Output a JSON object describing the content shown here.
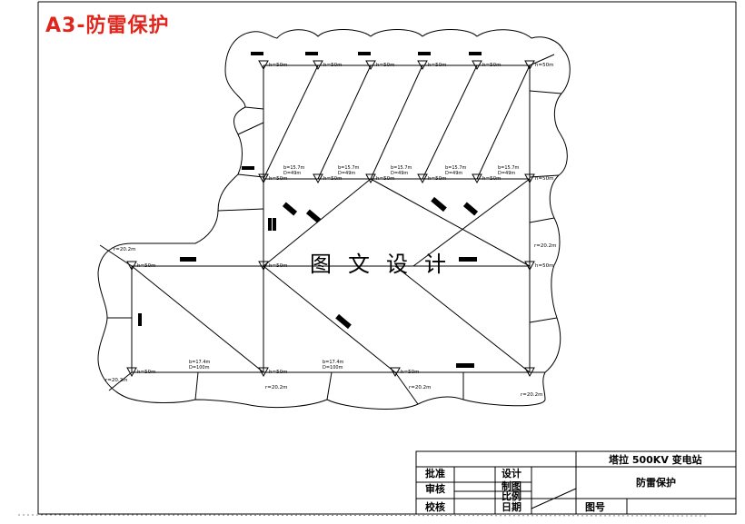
{
  "title": "A3-防雷保护",
  "watermark": "图文设计",
  "rods": [
    {
      "label": "h=50m"
    },
    {
      "label": "h=50m"
    },
    {
      "label": "h=50m"
    },
    {
      "label": "h=50m"
    },
    {
      "label": "h=50m"
    },
    {
      "label": "h=50m"
    },
    {
      "label": "h=50m"
    },
    {
      "label": "h=50m"
    },
    {
      "label": "h=50m"
    },
    {
      "label": "h=50m"
    },
    {
      "label": "h=50m"
    },
    {
      "label": "h=50m"
    },
    {
      "label": "h=50m"
    },
    {
      "label": "h=50m"
    },
    {
      "label": "h=50m"
    },
    {
      "label": "h=50m"
    },
    {
      "label": "h=50m"
    },
    {
      "label": "h=50m"
    }
  ],
  "radius_labels": [
    "r=20.2m",
    "r=20.2m",
    "r=20.2m",
    "r=20.2m",
    "r=20.2m",
    "r=20.2m"
  ],
  "mid_labels": {
    "b": "b=15.7m",
    "d": "D=49m",
    "bottom_b": "b=17.4m",
    "bottom_d": "D=100m"
  },
  "title_block": {
    "project": "塔拉 500KV 变电站",
    "drawing": "防雷保护",
    "approve": "批准",
    "review": "审核",
    "check": "校核",
    "design": "设计",
    "draw": "制图",
    "scale": "比例",
    "date": "日期",
    "drawing_no": "图号"
  }
}
